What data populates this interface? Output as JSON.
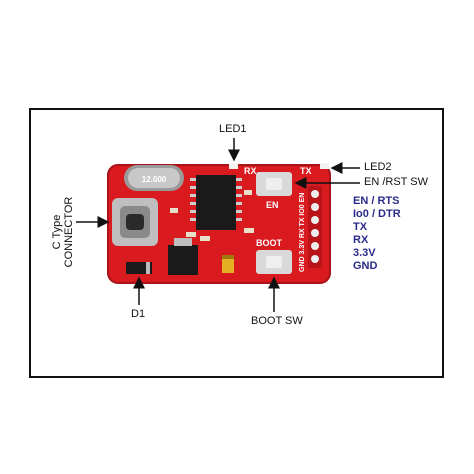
{
  "callouts": {
    "led1": "LED1",
    "led2": "LED2",
    "en_rst_sw": "EN /RST SW",
    "c_type_line1": "C Type",
    "c_type_line2": "CONNECTOR",
    "d1": "D1",
    "boot_sw": "BOOT SW"
  },
  "pins": [
    "EN / RTS",
    "Io0 / DTR",
    "TX",
    "RX",
    "3.3V",
    "GND"
  ],
  "silkscreen": {
    "rx": "RX",
    "tx": "TX",
    "en": "EN",
    "boot": "BOOT",
    "pin_row": "GND 3.3V RX TX IO0 EN",
    "crystal": "12.000"
  },
  "colors": {
    "pcb": "#d91a1f",
    "pin_label": "#2a2a8a",
    "frame": "#111111"
  }
}
